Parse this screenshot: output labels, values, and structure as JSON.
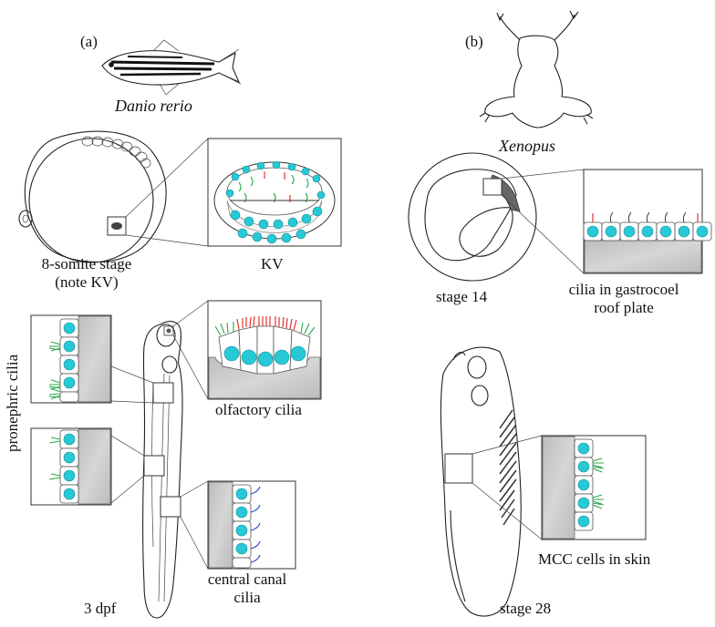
{
  "labels": {
    "panel_a": "(a)",
    "panel_b": "(b)",
    "danio": "Danio rerio",
    "xenopus": "Xenopus",
    "eight_somite_line1": "8-somite stage",
    "eight_somite_line2": "(note KV)",
    "kv": "KV",
    "stage14": "stage 14",
    "gastro_line1": "cilia in gastrocoel",
    "gastro_line2": "roof plate",
    "olfactory": "olfactory cilia",
    "pronephric": "pronephric cilia",
    "central_line1": "central canal",
    "central_line2": "cilia",
    "dpf": "3 dpf",
    "mcc": "MCC cells in skin",
    "stage28": "stage 28"
  },
  "colors": {
    "nucleus": "#27c9d6",
    "cilia_green": "#2aa84a",
    "cilia_red": "#e02020",
    "cilia_blue": "#2040c0",
    "tissue_gray": "#c8c8c8",
    "kv_dark": "#444444"
  }
}
